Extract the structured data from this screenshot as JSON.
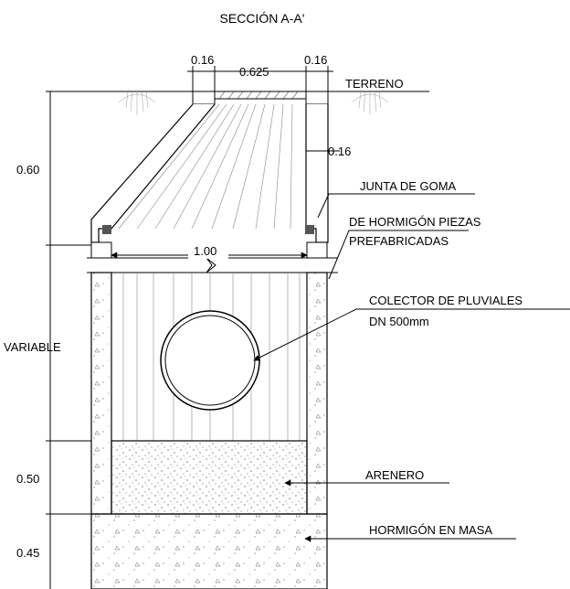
{
  "title": "SECCIÓN A-A'",
  "dimensions": {
    "wall_left": "0.16",
    "opening": "0.625",
    "wall_right": "0.16",
    "wall_side": "0.16",
    "inner_width": "1.00",
    "height_cone": "0.60",
    "height_variable": "VARIABLE",
    "height_sand": "0.50",
    "height_base": "0.45"
  },
  "labels": {
    "ground": "TERRENO",
    "rubber_joint": "JUNTA DE GOMA",
    "precast_line1": "DE HORMIGÓN  PIEZAS",
    "precast_line2": "PREFABRICADAS",
    "collector_line1": "COLECTOR DE PLUVIALES",
    "collector_line2": "DN 500mm",
    "sand_trap": "ARENERO",
    "mass_concrete": "HORMIGÓN EN MASA"
  }
}
